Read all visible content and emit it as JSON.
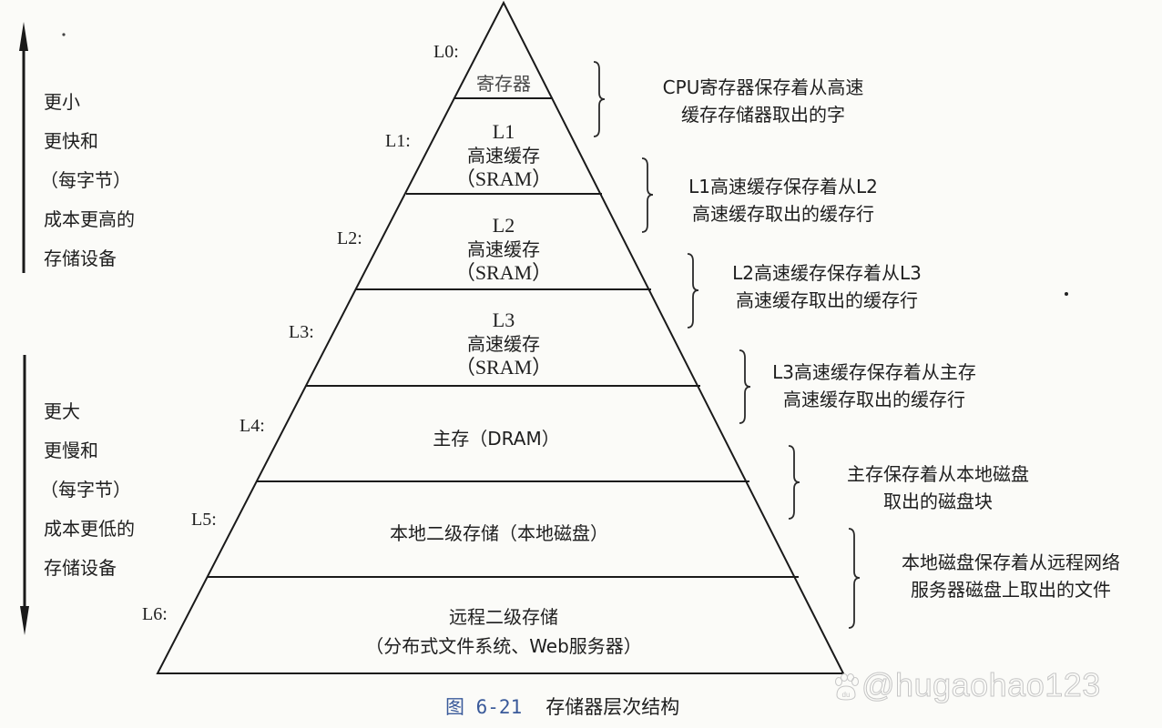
{
  "figure": {
    "number": "图 6-21",
    "title": "存储器层次结构"
  },
  "left_axis": {
    "top": {
      "direction": "up",
      "lines": [
        "更小",
        "更快和",
        "（每字节）",
        "成本更高的",
        "存储设备"
      ]
    },
    "bottom": {
      "direction": "down",
      "lines": [
        "更大",
        "更慢和",
        "（每字节）",
        "成本更低的",
        "存储设备"
      ]
    }
  },
  "levels": [
    {
      "label": "L0:",
      "lines": [
        "寄存器"
      ]
    },
    {
      "label": "L1:",
      "lines": [
        "L1",
        "高速缓存",
        "（SRAM）"
      ]
    },
    {
      "label": "L2:",
      "lines": [
        "L2",
        "高速缓存",
        "（SRAM）"
      ]
    },
    {
      "label": "L3:",
      "lines": [
        "L3",
        "高速缓存",
        "（SRAM）"
      ]
    },
    {
      "label": "L4:",
      "lines": [
        "主存（DRAM）"
      ]
    },
    {
      "label": "L5:",
      "lines": [
        "本地二级存储（本地磁盘）"
      ]
    },
    {
      "label": "L6:",
      "lines": [
        "远程二级存储",
        "（分布式文件系统、Web服务器）"
      ]
    }
  ],
  "descriptions": [
    {
      "lines": [
        "CPU寄存器保存着从高速",
        "缓存存储器取出的字"
      ]
    },
    {
      "lines": [
        "L1高速缓存保存着从L2",
        "高速缓存取出的缓存行"
      ]
    },
    {
      "lines": [
        "L2高速缓存保存着从L3",
        "高速缓存取出的缓存行"
      ]
    },
    {
      "lines": [
        "L3高速缓存保存着从主存",
        "高速缓存取出的缓存行"
      ]
    },
    {
      "lines": [
        "主存保存着从本地磁盘",
        "取出的磁盘块"
      ]
    },
    {
      "lines": [
        "本地磁盘保存着从远程网络",
        "服务器磁盘上取出的文件"
      ]
    }
  ],
  "watermark": {
    "text": "@hugaohao123",
    "badge": "du"
  },
  "colors": {
    "background": "#fbfbf8",
    "line": "#1a1a1a",
    "caption_number": "#3a5a9a",
    "watermark": "#c6c6c6"
  }
}
